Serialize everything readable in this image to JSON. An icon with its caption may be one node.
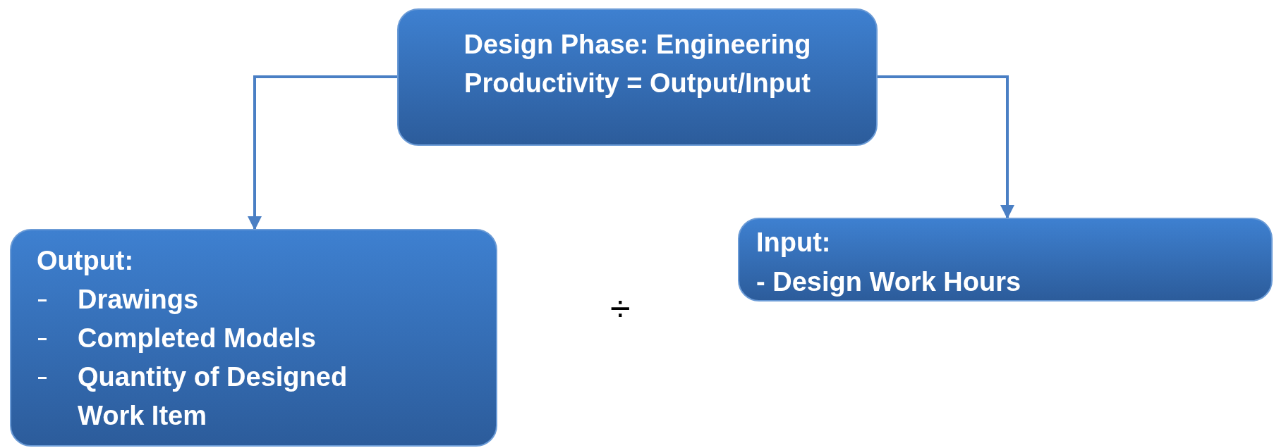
{
  "diagram": {
    "nodes": [
      {
        "text": [
          "Design Phase: Engineering Productivity = Output/Input"
        ]
      },
      {
        "text": [
          "Output:",
          "Drawings",
          "Completed Models",
          "Quantity of Designed Work Item"
        ]
      },
      {
        "text": [
          "Input:",
          "- Design Work Hours"
        ]
      }
    ],
    "edges": [
      {
        "from": 0,
        "to": 1,
        "arrow": "to"
      },
      {
        "from": 0,
        "to": 2,
        "arrow": "to"
      }
    ],
    "labels": [
      "÷"
    ]
  }
}
